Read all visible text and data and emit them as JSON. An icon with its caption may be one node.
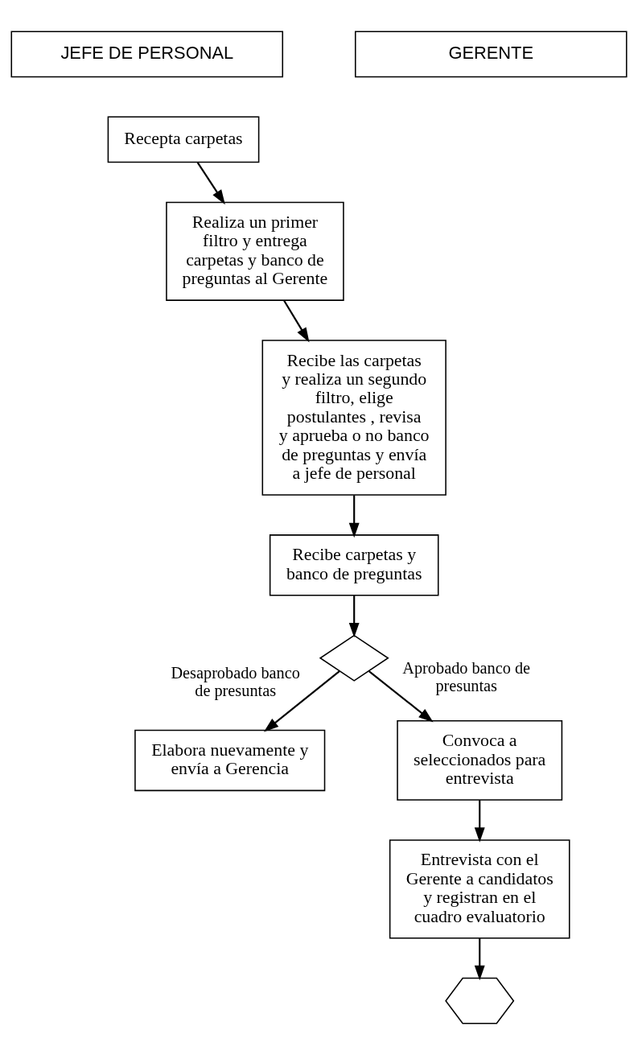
{
  "diagram": {
    "nodes": [
      {
        "text": [
          "JEFE DE PERSONAL"
        ]
      },
      {
        "text": [
          "GERENTE"
        ]
      },
      {
        "text": [
          "Recepta carpetas"
        ]
      },
      {
        "text": [
          "Realiza un primer filtro y entrega carpetas y banco de preguntas al Gerente"
        ]
      },
      {
        "text": [
          "Recibe las carpetas y realiza un segundo filtro, elige postulantes , revisa y aprueba o no banco de preguntas y envía a jefe de personal"
        ]
      },
      {
        "text": [
          "Recibe carpetas y banco de preguntas"
        ]
      },
      {
        "text": [],
        "shape": "diamond"
      },
      {
        "text": [
          "Elabora nuevamente y envía a Gerencia"
        ]
      },
      {
        "text": [
          "Convoca a seleccionados para entrevista"
        ]
      },
      {
        "text": [
          "Entrevista con el Gerente a candidatos y registran en el cuadro evaluatorio"
        ]
      },
      {
        "text": [],
        "shape": "hexagon"
      }
    ],
    "edges": [
      {
        "from": 2,
        "to": 3,
        "arrow": "to"
      },
      {
        "from": 3,
        "to": 4,
        "arrow": "to"
      },
      {
        "from": 4,
        "to": 5,
        "arrow": "to"
      },
      {
        "from": 5,
        "to": 6,
        "arrow": "to"
      },
      {
        "from": 6,
        "to": 7,
        "arrow": "to",
        "label": "Desaprobado banco de presuntas"
      },
      {
        "from": 6,
        "to": 8,
        "arrow": "to",
        "label": "Aprobado banco de presuntas"
      },
      {
        "from": 8,
        "to": 9,
        "arrow": "to"
      },
      {
        "from": 9,
        "to": 10,
        "arrow": "to"
      }
    ]
  }
}
